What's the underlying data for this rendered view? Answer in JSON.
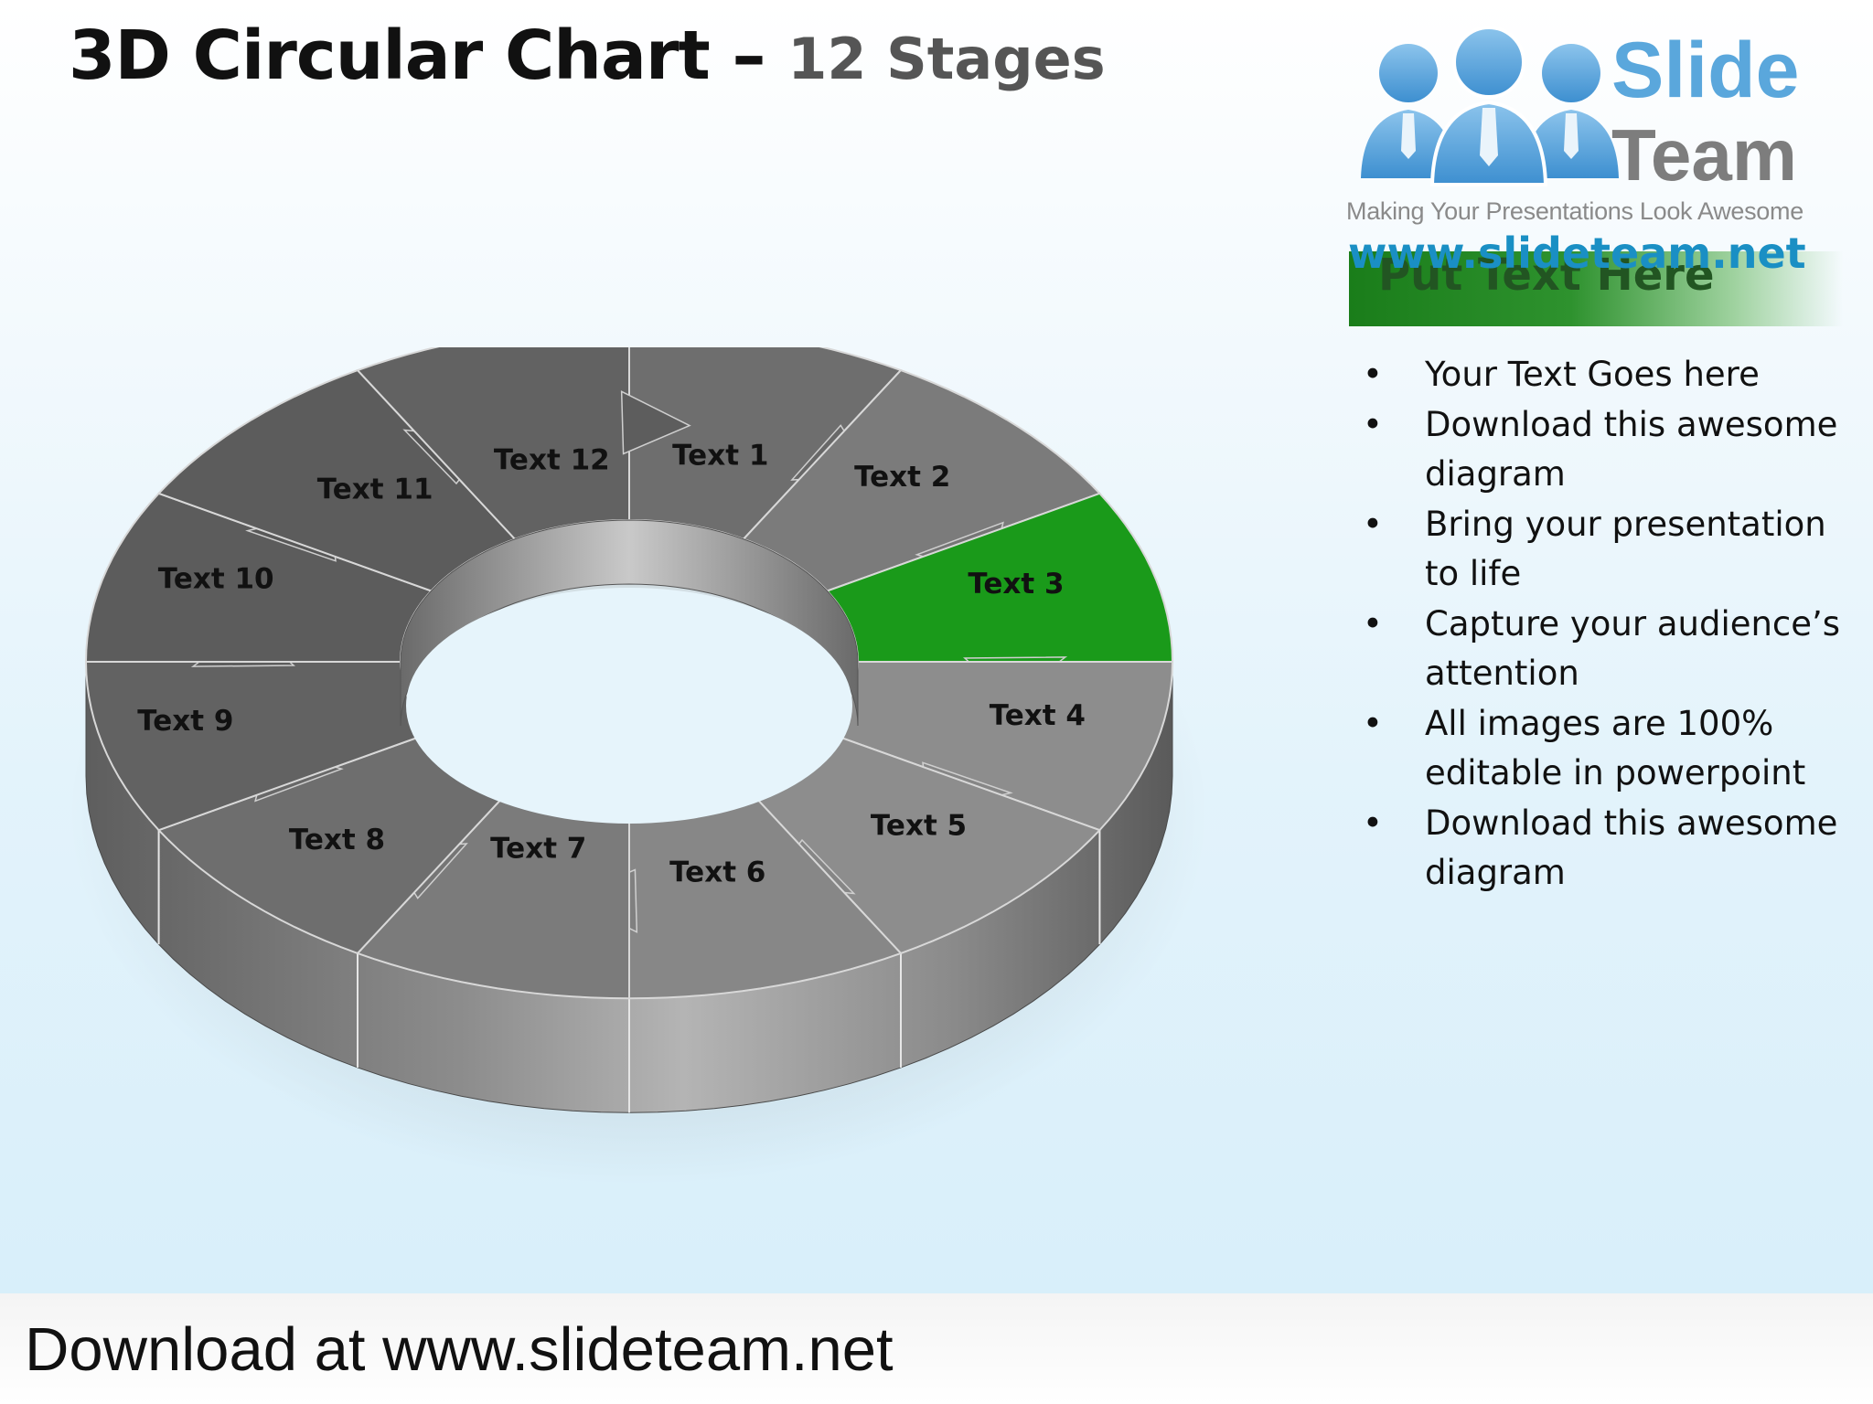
{
  "slide": {
    "title_main": "3D Circular Chart –",
    "title_sub": "12 Stages"
  },
  "logo": {
    "brand_line1": "Slide",
    "brand_line2": "Team",
    "tagline": "Making Your Presentations Look Awesome",
    "url": "www.slideteam.net"
  },
  "sidebar": {
    "header": "Put Text Here",
    "bullets": [
      "Your Text Goes here",
      "Download this awesome diagram",
      "Bring your presentation to life",
      "Capture your audience’s attention",
      "All images are 100% editable in powerpoint",
      "Download this awesome diagram"
    ]
  },
  "diagram": {
    "highlighted_stage": 3,
    "highlight_color": "#1a9a1a",
    "segment_color": "#8e8e8e",
    "stages": [
      "Text 1",
      "Text 2",
      "Text 3",
      "Text 4",
      "Text 5",
      "Text 6",
      "Text 7",
      "Text 8",
      "Text 9",
      "Text 10",
      "Text 11",
      "Text 12"
    ]
  },
  "footer": {
    "text": "Download at www.slideteam.net"
  }
}
